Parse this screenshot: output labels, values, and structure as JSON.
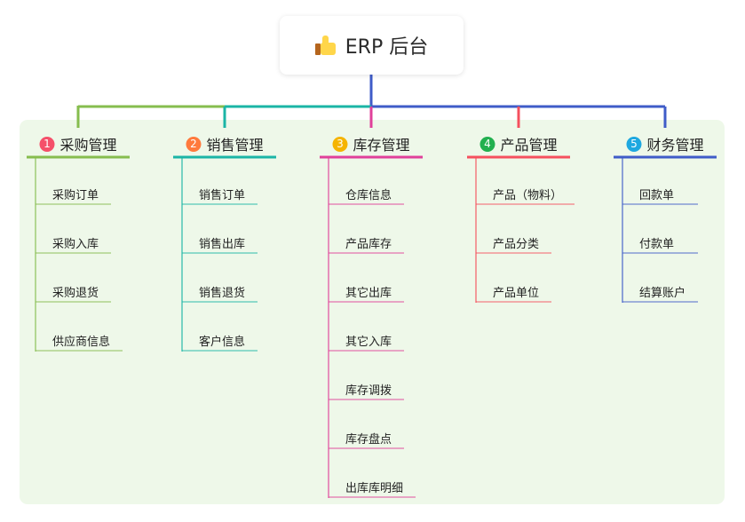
{
  "root": {
    "title": "ERP 后台",
    "icon": "thumbs-up-icon"
  },
  "branches": [
    {
      "number": "1",
      "title": "采购管理",
      "line_color": "#86bd4e",
      "badge_color": "#f5506a",
      "items": [
        "采购订单",
        "采购入库",
        "采购退货",
        "供应商信息"
      ]
    },
    {
      "number": "2",
      "title": "销售管理",
      "line_color": "#1bb5a6",
      "badge_color": "#ff7a3d",
      "items": [
        "销售订单",
        "销售出库",
        "销售退货",
        "客户信息"
      ]
    },
    {
      "number": "3",
      "title": "库存管理",
      "line_color": "#e0409a",
      "badge_color": "#f5b400",
      "items": [
        "仓库信息",
        "产品库存",
        "其它出库",
        "其它入库",
        "库存调拨",
        "库存盘点",
        "出库库明细"
      ]
    },
    {
      "number": "4",
      "title": "产品管理",
      "line_color": "#f5505e",
      "badge_color": "#22b04f",
      "items": [
        "产品（物料）",
        "产品分类",
        "产品单位"
      ]
    },
    {
      "number": "5",
      "title": "财务管理",
      "line_color": "#3f5cc8",
      "badge_color": "#1ea8e0",
      "items": [
        "回款单",
        "付款单",
        "结算账户"
      ]
    }
  ]
}
